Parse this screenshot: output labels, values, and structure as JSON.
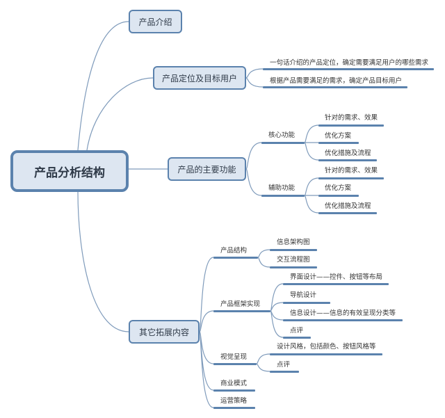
{
  "root": {
    "label": "产品分析结构"
  },
  "branches": [
    {
      "label": "产品介绍"
    },
    {
      "label": "产品定位及目标用户",
      "children": [
        {
          "label": "一句话介绍的产品定位，确定需要满足用户的哪些需求"
        },
        {
          "label": "根据产品需要满足的需求，确定产品目标用户"
        }
      ]
    },
    {
      "label": "产品的主要功能",
      "children": [
        {
          "label": "核心功能",
          "children": [
            {
              "label": "针对的需求、效果"
            },
            {
              "label": "优化方案"
            },
            {
              "label": "优化措施及流程"
            }
          ]
        },
        {
          "label": "辅助功能",
          "children": [
            {
              "label": "针对的需求、效果"
            },
            {
              "label": "优化方案"
            },
            {
              "label": "优化措施及流程"
            }
          ]
        }
      ]
    },
    {
      "label": "其它拓展内容",
      "children": [
        {
          "label": "产品结构",
          "children": [
            {
              "label": "信息架构图"
            },
            {
              "label": "交互流程图"
            }
          ]
        },
        {
          "label": "产品框架实现",
          "children": [
            {
              "label": "界面设计——控件、按钮等布局"
            },
            {
              "label": "导航设计"
            },
            {
              "label": "信息设计——信息的有效呈现分类等"
            },
            {
              "label": "点评"
            }
          ]
        },
        {
          "label": "视觉呈现",
          "children": [
            {
              "label": "设计风格，包括颜色、按钮风格等"
            },
            {
              "label": "点评"
            }
          ]
        },
        {
          "label": "商业模式"
        },
        {
          "label": "运营策略"
        }
      ]
    }
  ],
  "colors": {
    "node_fill": "#dde6f1",
    "node_border": "#5b82ad",
    "connector": "#7f9bbb",
    "underline": "#5b82ad"
  }
}
